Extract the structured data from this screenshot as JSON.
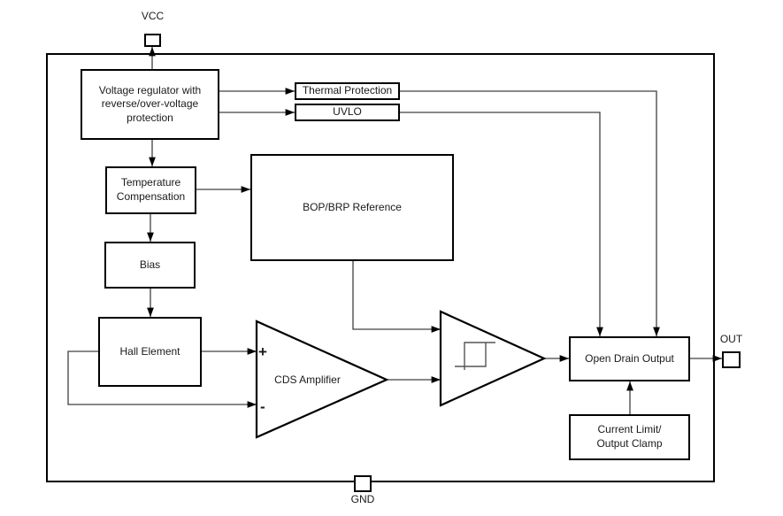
{
  "pins": {
    "vcc": "VCC",
    "gnd": "GND",
    "out": "OUT"
  },
  "blocks": {
    "voltage_regulator": "Voltage regulator with reverse/over-voltage protection",
    "thermal_protection": "Thermal Protection",
    "uvlo": "UVLO",
    "temperature_compensation": "Temperature Compensation",
    "bias": "Bias",
    "bop_brp_reference": "BOP/BRP Reference",
    "hall_element": "Hall Element",
    "open_drain_output": "Open Drain Output",
    "current_limit_output_clamp": "Current Limit/ Output Clamp"
  },
  "amplifier": {
    "label": "CDS Amplifier",
    "plus_input": "+",
    "minus_input": "-"
  },
  "icons": {
    "hysteresis": "hysteresis-icon"
  },
  "colors": {
    "line": "#404040",
    "stroke": "#000000",
    "background": "#ffffff"
  }
}
